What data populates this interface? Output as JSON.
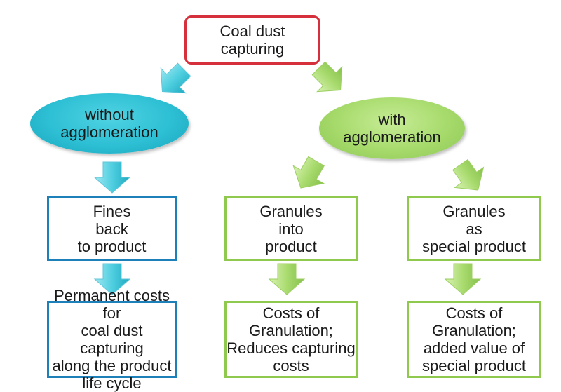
{
  "root": {
    "label": "Coal dust\ncapturing"
  },
  "branches": {
    "without": {
      "label": "without\nagglomeration"
    },
    "with": {
      "label": "with\nagglomeration"
    }
  },
  "outcomes": {
    "fines": {
      "label": "Fines\nback\nto product"
    },
    "granules_into": {
      "label": "Granules\ninto\nproduct"
    },
    "granules_special": {
      "label": "Granules\nas\nspecial product"
    }
  },
  "costs": {
    "permanent": {
      "label": "Permanent costs for\ncoal dust capturing\nalong the product\nlife cycle"
    },
    "granulation_reduces": {
      "label": "Costs of\nGranulation;\nReduces capturing\ncosts"
    },
    "granulation_added": {
      "label": "Costs of\nGranulation;\nadded value of\nspecial product"
    }
  },
  "colors": {
    "root_border": "#d5303b",
    "blue": "#1e80b8",
    "cyan": "#2dbfd4",
    "green": "#8fc94e",
    "light_green": "#a6da6b"
  }
}
